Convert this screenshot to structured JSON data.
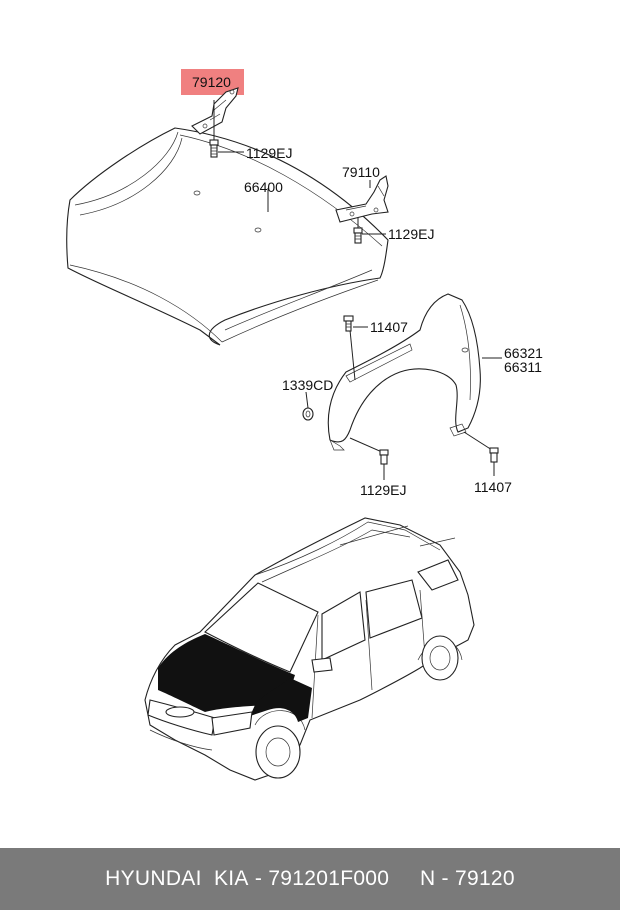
{
  "diagram": {
    "highlight_color": "#f08080",
    "labels": {
      "hinge_left": "79120",
      "hinge_right": "79110",
      "hood": "66400",
      "bolt_hinge_left": "1129EJ",
      "bolt_hinge_right": "1129EJ",
      "bolt_fender_top": "11407",
      "fender_1": "66321",
      "fender_2": "66311",
      "clip": "1339CD",
      "bolt_fender_bottom": "1129EJ",
      "bolt_fender_rear": "11407"
    }
  },
  "footer": {
    "brand": "HYUNDAI  KIA",
    "separator": " - ",
    "part_number": "791201F000",
    "gap": "     ",
    "ref_prefix": "N - ",
    "ref_number": "79120"
  }
}
